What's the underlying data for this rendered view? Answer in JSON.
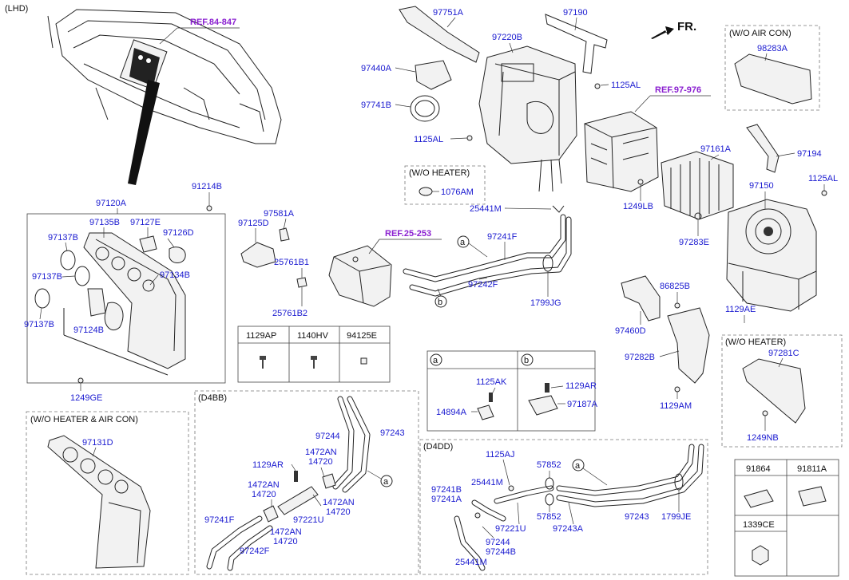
{
  "header": {
    "variant": "(LHD)",
    "direction": "FR."
  },
  "refs": {
    "dash": "REF.84-847",
    "evap": "REF.97-976",
    "box": "REF.25-253"
  },
  "labels": {
    "p97120A": "97120A",
    "p91214B": "91214B",
    "p97135B": "97135B",
    "p97127E": "97127E",
    "p97126D": "97126D",
    "p97137B_1": "97137B",
    "p97137B_2": "97137B",
    "p97137B_3": "97137B",
    "p97134B": "97134B",
    "p97124B": "97124B",
    "p1249GE": "1249GE",
    "p97581A": "97581A",
    "p97125D": "97125D",
    "p25761B1": "25761B1",
    "p25761B2": "25761B2",
    "p97751A": "97751A",
    "p97190": "97190",
    "p97220B": "97220B",
    "p97440A": "97440A",
    "p97741B": "97741B",
    "p1125AL_1": "1125AL",
    "p1125AL_2": "1125AL",
    "p1125AL_3": "1125AL",
    "p1076AM": "1076AM",
    "p25441M": "25441M",
    "p97241F": "97241F",
    "p97242F": "97242F",
    "p1799JG": "1799JG",
    "p97161A": "97161A",
    "p97194": "97194",
    "p97150": "97150",
    "p1249LB": "1249LB",
    "p97283E": "97283E",
    "p86825B": "86825B",
    "p97460D": "97460D",
    "p97282B": "97282B",
    "p1129AE": "1129AE",
    "p1129AM": "1129AM",
    "p98283A": "98283A",
    "p97281C": "97281C",
    "p1249NB": "1249NB",
    "p97131D": "97131D"
  },
  "callouts": {
    "a": "a",
    "b": "b"
  },
  "panels": {
    "wo_air_con": "(W/O AIR CON)",
    "wo_heater_right": "(W/O HEATER)",
    "wo_heater_mid": "(W/O HEATER)",
    "wo_heater_aircon": "(W/O HEATER & AIR CON)"
  },
  "fastener_table": {
    "headers": [
      "1129AP",
      "1140HV",
      "94125E"
    ]
  },
  "ab_table": {
    "a_head": "a",
    "b_head": "b",
    "a_labels": [
      "1125AK",
      "14894A"
    ],
    "b_labels": [
      "1129AR",
      "97187A"
    ]
  },
  "d4bb": {
    "title": "(D4BB)",
    "labels": {
      "p97244": "97244",
      "p97243": "97243",
      "p1129AR": "1129AR",
      "p1472AN_1": "1472AN",
      "p14720_1": "14720",
      "p1472AN_2": "1472AN",
      "p14720_2": "14720",
      "p1472AN_3": "1472AN",
      "p14720_3": "14720",
      "p1472AN_4": "1472AN",
      "p14720_4": "14720",
      "p97221U": "97221U",
      "p97241F": "97241F",
      "p97242F": "97242F",
      "callout_a": "a"
    }
  },
  "d4dd": {
    "title": "(D4DD)",
    "labels": {
      "p1125AJ": "1125AJ",
      "p25441M_1": "25441M",
      "p57852_1": "57852",
      "p57852_2": "57852",
      "p97241B": "97241B",
      "p97241A": "97241A",
      "p97221U": "97221U",
      "p97243A": "97243A",
      "p97243": "97243",
      "p1799JE": "1799JE",
      "p97244": "97244",
      "p97244B": "97244B",
      "p25441M_2": "25441M",
      "callout_a": "a"
    }
  },
  "parts_table": {
    "headers": [
      "91864",
      "91811A"
    ],
    "bottom": "1339CE"
  }
}
